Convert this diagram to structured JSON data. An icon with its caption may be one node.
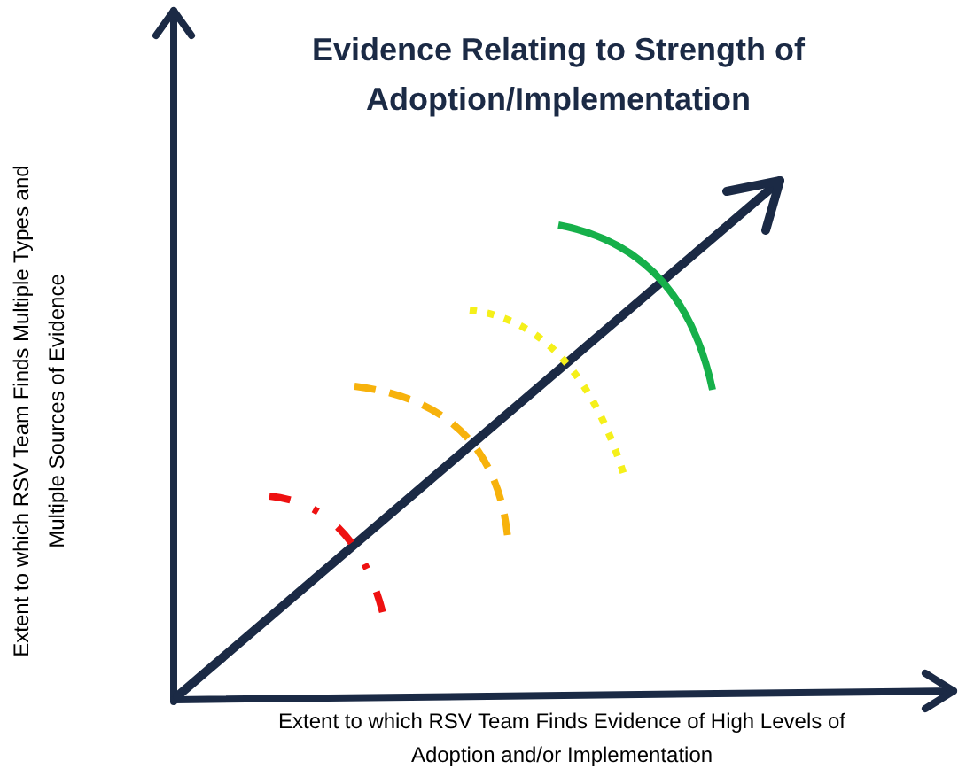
{
  "diagram": {
    "title": "Evidence Relating to Strength of Adoption/Implementation",
    "labels": [
      "Extent to which RSV Team Finds Multiple Types and Multiple Sources of Evidence",
      "Extent to which RSV Team Finds Evidence of High Levels of Adoption and/or Implementation"
    ]
  }
}
